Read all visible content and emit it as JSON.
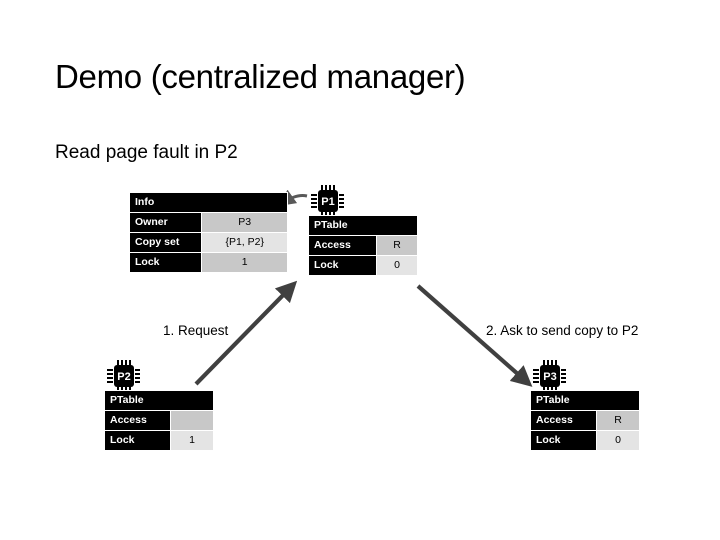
{
  "slide": {
    "title": "Demo (centralized manager)",
    "subtitle": "Read page fault in P2",
    "background_color": "#ffffff",
    "text_color": "#000000",
    "arrow_color": "#404040",
    "header_bg_color": "#000000",
    "value_dark_color": "#c8c8c8",
    "value_light_color": "#e4e4e4"
  },
  "manager": {
    "header": "Info",
    "rows": [
      {
        "label": "Owner",
        "value": "P3"
      },
      {
        "label": "Copy set",
        "value": "{P1, P2}"
      },
      {
        "label": "Lock",
        "value": "1"
      }
    ]
  },
  "nodes": {
    "p1": {
      "name": "P1",
      "icon": "cpu-chip-icon",
      "header": "PTable",
      "rows": [
        {
          "label": "Access",
          "value": "R"
        },
        {
          "label": "Lock",
          "value": "0"
        }
      ]
    },
    "p2": {
      "name": "P2",
      "icon": "cpu-chip-icon",
      "header": "PTable",
      "rows": [
        {
          "label": "Access",
          "value": ""
        },
        {
          "label": "Lock",
          "value": "1"
        }
      ]
    },
    "p3": {
      "name": "P3",
      "icon": "cpu-chip-icon",
      "header": "PTable",
      "rows": [
        {
          "label": "Access",
          "value": "R"
        },
        {
          "label": "Lock",
          "value": "0"
        }
      ]
    }
  },
  "arrows": [
    {
      "id": "request-arrow",
      "label": "1. Request",
      "from": "P2",
      "to": "manager"
    },
    {
      "id": "ask-arrow",
      "label": "2. Ask to send copy to P2",
      "from": "manager",
      "to": "P3"
    },
    {
      "id": "p1-to-info-arrow",
      "label": "",
      "from": "P1",
      "to": "manager"
    }
  ]
}
